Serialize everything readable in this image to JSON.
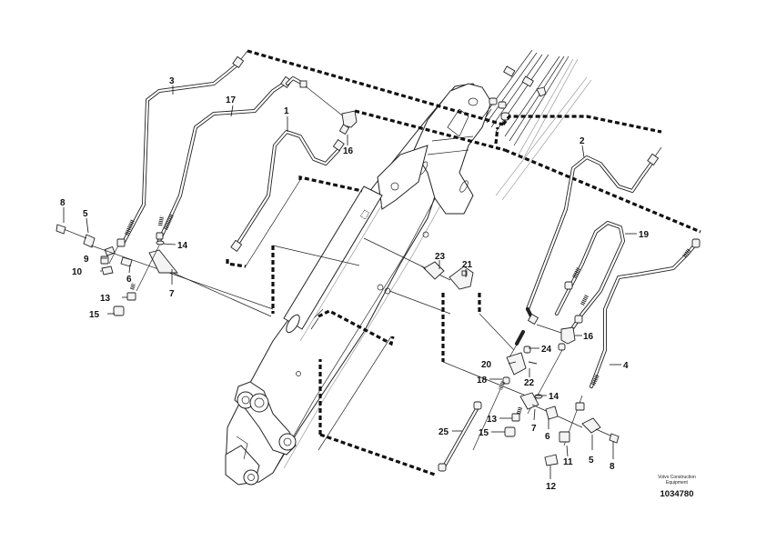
{
  "figure": {
    "manufacturer_line1": "Volvo Construction",
    "manufacturer_line2": "Equipment",
    "document_number": "1034780"
  },
  "callouts": [
    {
      "id": "c1",
      "label": "1"
    },
    {
      "id": "c2",
      "label": "2"
    },
    {
      "id": "c3",
      "label": "3"
    },
    {
      "id": "c4",
      "label": "4"
    },
    {
      "id": "c5a",
      "label": "5"
    },
    {
      "id": "c5b",
      "label": "5"
    },
    {
      "id": "c6a",
      "label": "6"
    },
    {
      "id": "c6b",
      "label": "6"
    },
    {
      "id": "c7a",
      "label": "7"
    },
    {
      "id": "c7b",
      "label": "7"
    },
    {
      "id": "c8a",
      "label": "8"
    },
    {
      "id": "c8b",
      "label": "8"
    },
    {
      "id": "c9",
      "label": "9"
    },
    {
      "id": "c10",
      "label": "10"
    },
    {
      "id": "c11",
      "label": "11"
    },
    {
      "id": "c12",
      "label": "12"
    },
    {
      "id": "c13a",
      "label": "13"
    },
    {
      "id": "c13b",
      "label": "13"
    },
    {
      "id": "c14a",
      "label": "14"
    },
    {
      "id": "c14b",
      "label": "14"
    },
    {
      "id": "c15a",
      "label": "15"
    },
    {
      "id": "c15b",
      "label": "15"
    },
    {
      "id": "c16a",
      "label": "16"
    },
    {
      "id": "c16b",
      "label": "16"
    },
    {
      "id": "c17",
      "label": "17"
    },
    {
      "id": "c18",
      "label": "18"
    },
    {
      "id": "c19",
      "label": "19"
    },
    {
      "id": "c20",
      "label": "20"
    },
    {
      "id": "c21",
      "label": "21"
    },
    {
      "id": "c22",
      "label": "22"
    },
    {
      "id": "c23",
      "label": "23"
    },
    {
      "id": "c24",
      "label": "24"
    },
    {
      "id": "c25",
      "label": "25"
    }
  ]
}
